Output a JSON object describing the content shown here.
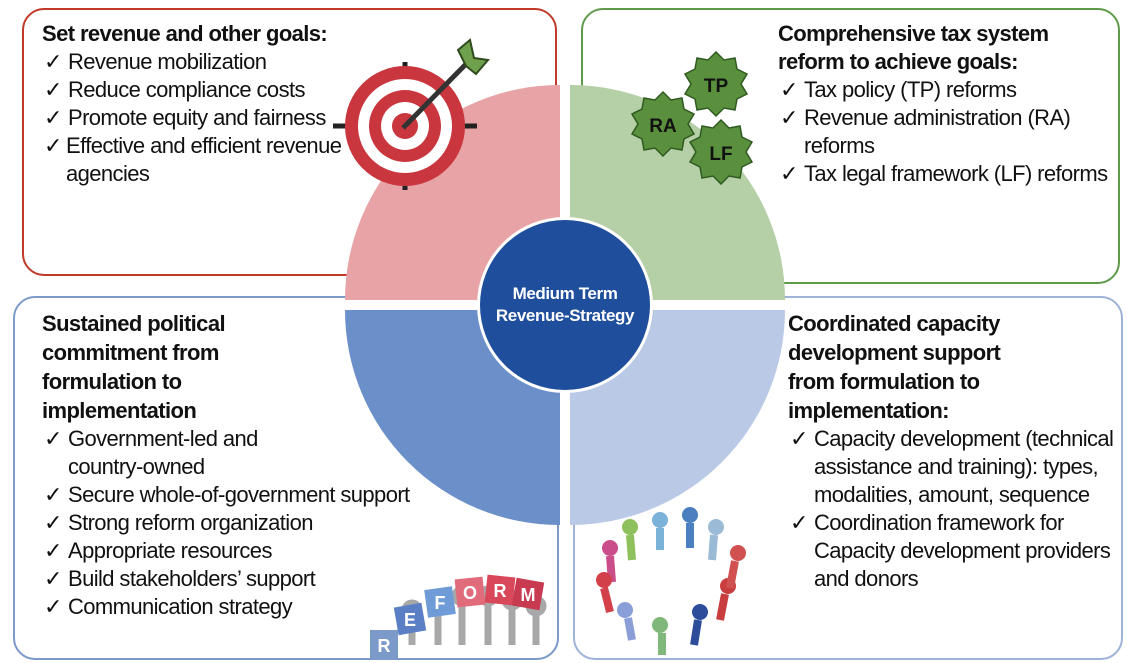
{
  "center": {
    "line1": "Medium Term",
    "line2": "Revenue-Strategy"
  },
  "quadrants": {
    "top_left": {
      "heading": "Set revenue and other goals:",
      "items": [
        "Revenue mobilization",
        "Reduce compliance costs",
        "Promote equity and fairness",
        "Effective and efficient revenue agencies"
      ]
    },
    "top_right": {
      "heading": "Comprehensive tax system reform to achieve goals:",
      "items": [
        "Tax policy (TP) reforms",
        "Revenue administration (RA) reforms",
        "Tax legal framework (LF) reforms"
      ],
      "badges": [
        "TP",
        "RA",
        "LF"
      ]
    },
    "bottom_left": {
      "heading": "Sustained political commitment from formulation to implementation",
      "items": [
        "Government-led and country-owned",
        "Secure whole-of-government support",
        "Strong reform organization",
        "Appropriate resources",
        "Build stakeholders’ support",
        "Communication strategy"
      ],
      "reform_letters": [
        "R",
        "E",
        "F",
        "O",
        "R",
        "M"
      ]
    },
    "bottom_right": {
      "heading": "Coordinated capacity development support from formulation to implementation:",
      "items": [
        "Capacity development (technical assistance and training): types, modalities, amount, sequence",
        "Coordination framework for Capacity development providers and donors"
      ]
    }
  },
  "check_mark": "✓",
  "colors": {
    "red": "#c0392b",
    "red_fill": "#e8a3a7",
    "green": "#5f9a4a",
    "green_fill": "#b5cfa6",
    "blue_fill": "#6b8fc9",
    "light_blue_fill": "#b9c9e6",
    "center": "#1f4e9c"
  },
  "icons": [
    "target-icon",
    "arrow-icon",
    "gear-badge-icon",
    "people-circle-icon",
    "reform-people-icon"
  ]
}
